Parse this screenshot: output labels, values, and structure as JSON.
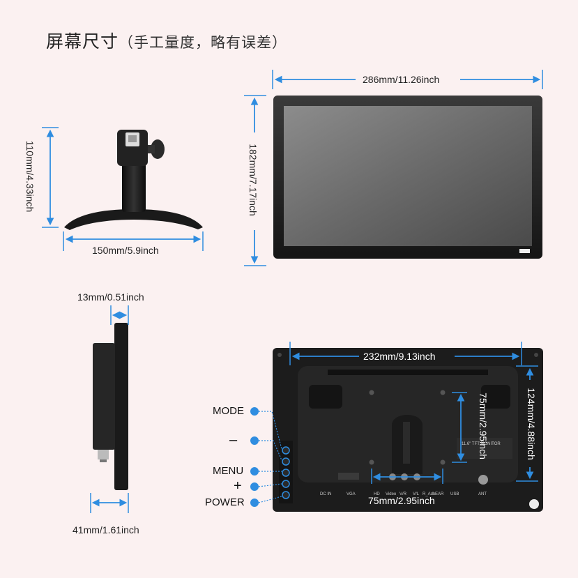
{
  "title": "屏幕尺寸",
  "subtitle": "（手工量度，略有误差）",
  "front": {
    "width_label": "286mm/11.26inch",
    "height_label": "182mm/7.17inch"
  },
  "stand": {
    "width_label": "150mm/5.9inch",
    "height_label": "110mm/4.33inch"
  },
  "side": {
    "thickness_label": "13mm/0.51inch",
    "depth_label": "41mm/1.61inch"
  },
  "back": {
    "width_label": "232mm/9.13inch",
    "height_label": "124mm/4.88inch",
    "vesa_h_label": "75mm/2.95inch",
    "vesa_v_label": "75mm/2.95inch",
    "sticker_label": "11.6\" TFT MONITOR",
    "ports": [
      "DC IN",
      "VGA",
      "HD",
      "Video",
      "V/R",
      "V/L",
      "R_Adb",
      "EAR",
      "USB",
      "ANT"
    ]
  },
  "buttons": [
    "MODE",
    "–",
    "MENU",
    "+",
    "POWER"
  ],
  "colors": {
    "arrow": "#2f8de0",
    "background": "#fbf1f1",
    "monitor": "#1c1c1c"
  }
}
